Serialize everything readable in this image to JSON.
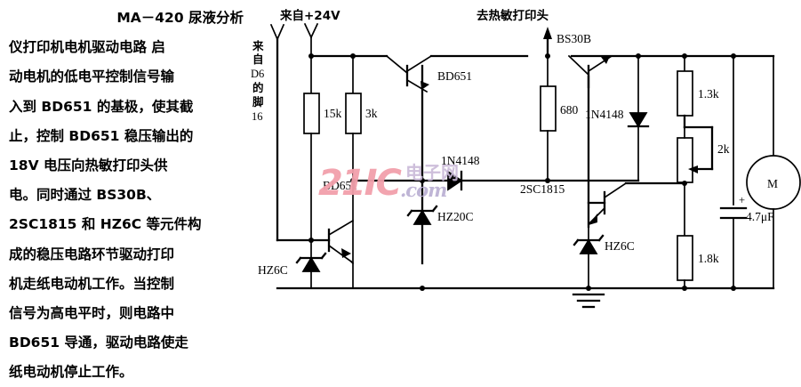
{
  "document": {
    "title_line": "MA－420 尿液分析",
    "body_lines": [
      "仪打印机电机驱动电路  启",
      "动电机的低电平控制信号输",
      "入到 BD651 的基极，使其截",
      "止，控制 BD651 稳压输出的",
      "18V 电压向热敏打印头供",
      "电。同时通过 BS30B、",
      "2SC1815 和 HZ6C 等元件构",
      "成的稳压电路环节驱动打印",
      "机走纸电动机工作。当控制",
      "信号为高电平时，则电路中",
      "BD651 导通，驱动电路使走",
      "纸电动机停止工作。"
    ]
  },
  "watermark": {
    "logo": "21IC",
    "cn": "电子网",
    "com": ".com",
    "logo_color": "#f2a0ab",
    "cn_color": "#c9b9d8"
  },
  "schematic": {
    "ports": [
      {
        "id": "port-d6",
        "label": "来自\nD6\n的\n脚\n16",
        "lines": [
          "来",
          "自",
          "D6",
          "的",
          "脚",
          "16"
        ]
      },
      {
        "id": "port-24v",
        "label": "来自+24V"
      },
      {
        "id": "port-thermal-head",
        "label": "去热敏打印头"
      }
    ],
    "transistors": [
      {
        "id": "q-bd651-top",
        "label": "BD651",
        "type": "npn"
      },
      {
        "id": "q-bd651-bottom",
        "label": "BD651",
        "type": "npn"
      },
      {
        "id": "q-bs30b",
        "label": "BS30B",
        "type": "pnp"
      },
      {
        "id": "q-2sc1815",
        "label": "2SC1815",
        "type": "npn"
      }
    ],
    "resistors": [
      {
        "id": "r-15k",
        "label": "15k"
      },
      {
        "id": "r-3k",
        "label": "3k"
      },
      {
        "id": "r-680",
        "label": "680"
      },
      {
        "id": "r-1p3k",
        "label": "1.3k"
      },
      {
        "id": "r-2k-pot",
        "label": "2k"
      },
      {
        "id": "r-1p8k",
        "label": "1.8k"
      }
    ],
    "diodes": [
      {
        "id": "d-1n4148-left",
        "label": "1N4148",
        "type": "signal"
      },
      {
        "id": "d-1n4148-right",
        "label": "1N4148",
        "type": "signal"
      },
      {
        "id": "d-hz20c",
        "label": "HZ20C",
        "type": "zener"
      },
      {
        "id": "d-hz6c-left",
        "label": "HZ6C",
        "type": "zener"
      },
      {
        "id": "d-hz6c-right",
        "label": "HZ6C",
        "type": "zener"
      }
    ],
    "capacitors": [
      {
        "id": "c-4p7uf",
        "label": "4.7μF",
        "polarity": "+"
      }
    ],
    "motor": {
      "id": "motor",
      "label": "M"
    },
    "ground": {
      "id": "ground-symbol",
      "label": ""
    }
  }
}
